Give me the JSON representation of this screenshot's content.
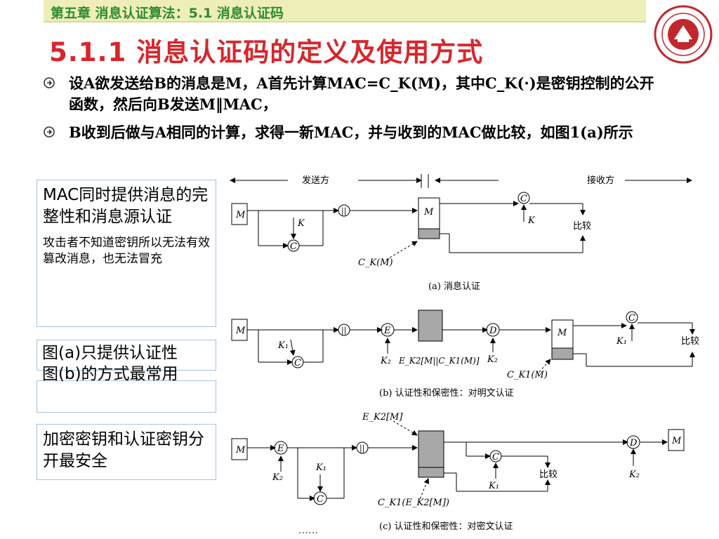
{
  "breadcrumb": "第五章 消息认证算法：5.1 消息认证码",
  "title": "5.1.1 消息认证码的定义及使用方式",
  "bullets": [
    "设A欲发送给B的消息是M，A首先计算MAC=C_K(M)，其中C_K(·)是密钥控制的公开函数，然后向B发送M‖MAC，",
    "B收到后做与A相同的计算，求得一新MAC，并与收到的MAC做比较，如图1(a)所示"
  ],
  "sidebox1": {
    "main": "MAC同时提供消息的完整性和消息源认证",
    "sub": "攻击者不知道密钥所以无法有效篡改消息，也无法冒充"
  },
  "sidebox2": "图(a)只提供认证性",
  "sidebox3": "图(b)的方式最常用",
  "sidebox4": "加密密钥和认证密钥分开最安全",
  "diagram": {
    "sender": "发送方",
    "receiver": "接收方",
    "compare": "比较",
    "caption_a": "(a) 消息认证",
    "caption_b": "(b) 认证性和保密性：对明文认证",
    "caption_c": "(c) 认证性和保密性：对密文认证",
    "M": "M",
    "K": "K",
    "C": "C",
    "E": "E",
    "D": "D",
    "concat": "||",
    "K1": "K₁",
    "K2": "K₂",
    "label_a_mac": "C_K(M)",
    "label_b_cipher": "E_K2[M||C_K1(M)]",
    "label_b_mac": "C_K1(M)",
    "label_c_top": "E_K2[M]",
    "label_c_mac": "C_K1(E_K2[M])"
  },
  "footer": "……",
  "colors": {
    "title": "#d8262c",
    "crumb_text": "#2e8b2e",
    "crumb_bg": "#eeeeb8",
    "box_border": "#a6c4e0",
    "logo": "#c0282e"
  }
}
